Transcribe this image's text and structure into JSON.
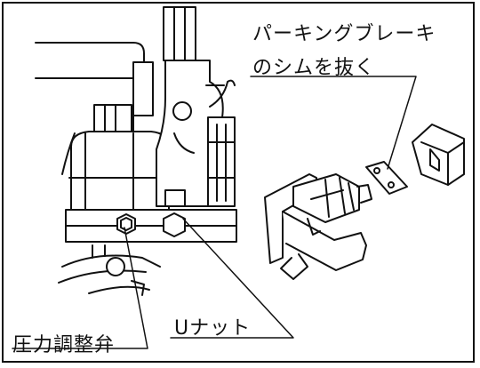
{
  "labels": {
    "parking_brake_line1": "パーキングブレーキ",
    "parking_brake_line2": "のシムを抜く",
    "u_nut": "Uナット",
    "pressure_valve": "圧力調整弁"
  },
  "colors": {
    "ink": "#111111",
    "paper": "#ffffff"
  }
}
